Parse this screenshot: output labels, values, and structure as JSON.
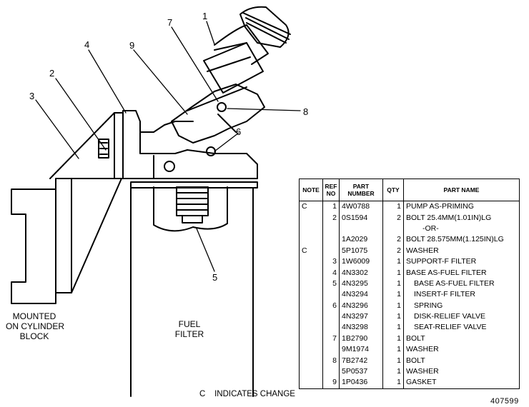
{
  "labels": {
    "mounted": [
      "MOUNTED",
      "ON CYLINDER",
      "BLOCK"
    ],
    "fuel_filter": [
      "FUEL",
      "FILTER"
    ]
  },
  "callouts": [
    "1",
    "2",
    "3",
    "4",
    "5",
    "6",
    "7",
    "8",
    "9"
  ],
  "table": {
    "headers": {
      "note": "NOTE",
      "ref_no": [
        "REF",
        "NO"
      ],
      "part_number": [
        "PART",
        "NUMBER"
      ],
      "qty": "QTY",
      "part_name": "PART NAME"
    },
    "rows": [
      {
        "note": "C",
        "ref": "1",
        "part": "4W0788",
        "qty": "1",
        "name": "PUMP AS-PRIMING",
        "indent": 0
      },
      {
        "note": "",
        "ref": "2",
        "part": "0S1594",
        "qty": "2",
        "name": "BOLT 25.4MM(1.01IN)LG",
        "indent": 0
      },
      {
        "note": "",
        "ref": "",
        "part": "",
        "qty": "",
        "name": "-OR-",
        "indent": 2
      },
      {
        "note": "",
        "ref": "",
        "part": "1A2029",
        "qty": "2",
        "name": "BOLT 28.575MM(1.125IN)LG",
        "indent": 0
      },
      {
        "note": "C",
        "ref": "",
        "part": "5P1075",
        "qty": "2",
        "name": "WASHER",
        "indent": 0
      },
      {
        "note": "",
        "ref": "3",
        "part": "1W6009",
        "qty": "1",
        "name": "SUPPORT-F FILTER",
        "indent": 0
      },
      {
        "note": "",
        "ref": "4",
        "part": "4N3302",
        "qty": "1",
        "name": "BASE AS-FUEL FILTER",
        "indent": 0
      },
      {
        "note": "",
        "ref": "5",
        "part": "4N3295",
        "qty": "1",
        "name": "BASE AS-FUEL FILTER",
        "indent": 1
      },
      {
        "note": "",
        "ref": "",
        "part": "4N3294",
        "qty": "1",
        "name": "INSERT-F FILTER",
        "indent": 1
      },
      {
        "note": "",
        "ref": "6",
        "part": "4N3296",
        "qty": "1",
        "name": "SPRING",
        "indent": 1
      },
      {
        "note": "",
        "ref": "",
        "part": "4N3297",
        "qty": "1",
        "name": "DISK-RELIEF VALVE",
        "indent": 1
      },
      {
        "note": "",
        "ref": "",
        "part": "4N3298",
        "qty": "1",
        "name": "SEAT-RELIEF VALVE",
        "indent": 1
      },
      {
        "note": "",
        "ref": "7",
        "part": "1B2790",
        "qty": "1",
        "name": "BOLT",
        "indent": 0
      },
      {
        "note": "",
        "ref": "",
        "part": "9M1974",
        "qty": "1",
        "name": "WASHER",
        "indent": 0
      },
      {
        "note": "",
        "ref": "8",
        "part": "7B2742",
        "qty": "1",
        "name": "BOLT",
        "indent": 0
      },
      {
        "note": "",
        "ref": "",
        "part": "5P0537",
        "qty": "1",
        "name": "WASHER",
        "indent": 0
      },
      {
        "note": "",
        "ref": "9",
        "part": "1P0436",
        "qty": "1",
        "name": "GASKET",
        "indent": 0
      }
    ]
  },
  "change_note": "C    INDICATES CHANGE",
  "drawing_number": "407599"
}
